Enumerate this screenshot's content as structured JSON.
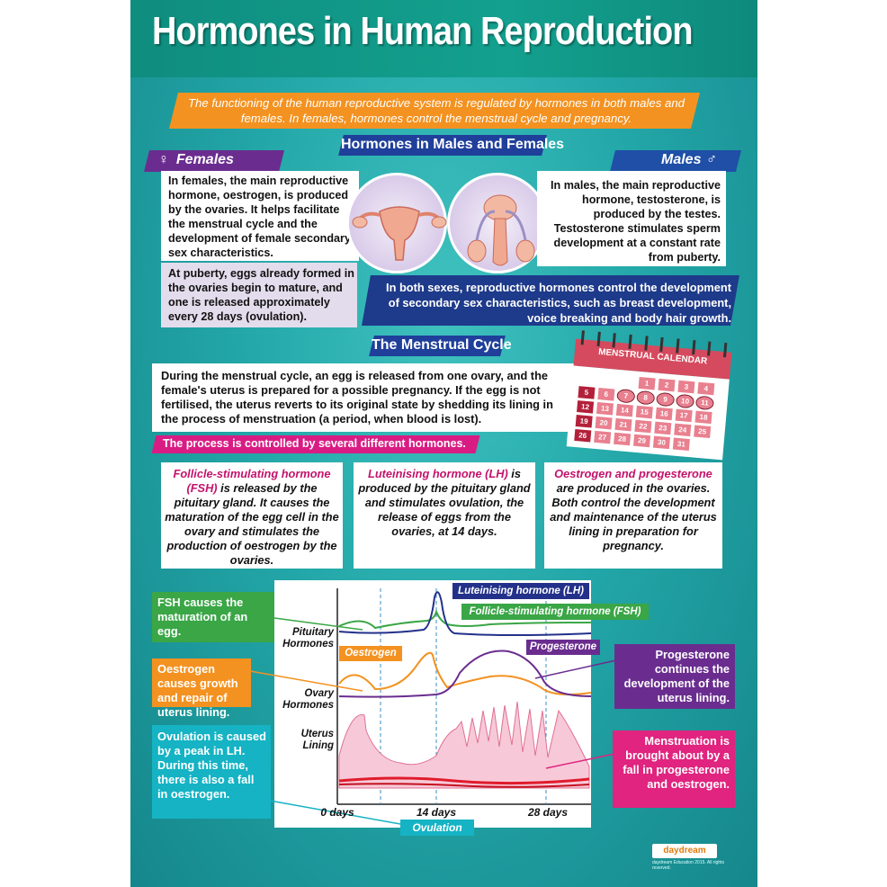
{
  "title": "Hormones in Human Reproduction",
  "intro": "The functioning of the human reproductive system is regulated by hormones in both males and females. In females, hormones control the menstrual cycle and pregnancy.",
  "section1_heading": "Hormones in Males and Females",
  "females": {
    "label": "Females",
    "symbol": "♀",
    "text1": "In females, the main reproductive hormone, oestrogen, is produced by the ovaries. It helps facilitate the menstrual cycle and the development of female secondary sex characteristics.",
    "text2": "At puberty, eggs already formed in the ovaries begin to mature, and one is released approximately every 28 days (ovulation)."
  },
  "males": {
    "label": "Males",
    "symbol": "♂",
    "text": "In males, the main reproductive hormone, testosterone, is produced by the testes. Testosterone stimulates sperm development at a constant rate from puberty."
  },
  "both_sexes": "In both sexes, reproductive hormones control the development of secondary sex characteristics, such as breast development, voice breaking and body hair growth.",
  "section2_heading": "The Menstrual Cycle",
  "cycle_text": "During the menstrual cycle, an egg is released from one ovary, and the female's uterus is prepared for a possible pregnancy. If the egg is not fertilised, the uterus reverts to its original state by shedding its lining in the process of menstruation (a period, when blood is lost).",
  "process_banner": "The process is controlled by several different hormones.",
  "calendar": {
    "title": "MENSTRUAL CALENDAR",
    "rows": [
      [
        "",
        "",
        "",
        "1",
        "2",
        "3",
        "4"
      ],
      [
        "5",
        "6",
        "7",
        "8",
        "9",
        "10",
        "11"
      ],
      [
        "12",
        "13",
        "14",
        "15",
        "16",
        "17",
        "18"
      ],
      [
        "19",
        "20",
        "21",
        "22",
        "23",
        "24",
        "25"
      ],
      [
        "26",
        "27",
        "28",
        "29",
        "30",
        "31",
        ""
      ]
    ]
  },
  "hormones": [
    {
      "name": "Follicle-stimulating hormone (FSH)",
      "rest": " is released by the pituitary gland. It causes the maturation of the egg cell in the ovary and stimulates the production of oestrogen by the ovaries."
    },
    {
      "name": "Luteinising hormone (LH)",
      "rest": " is produced by the pituitary gland and stimulates ovulation, the release of eggs from the ovaries, at 14 days."
    },
    {
      "name": "Oestrogen and progesterone",
      "rest": " are produced in the ovaries. Both control the development and maintenance of the uterus lining in preparation for pregnancy."
    }
  ],
  "chart": {
    "row_labels": [
      "Pituitary Hormones",
      "Ovary Hormones",
      "Uterus Lining"
    ],
    "x_ticks": [
      "0 days",
      "14 days",
      "28 days"
    ],
    "lh_label": "Luteinising hormone (LH)",
    "fsh_label": "Follicle-stimulating hormone (FSH)",
    "oestrogen_label": "Oestrogen",
    "progesterone_label": "Progesterone",
    "ovulation_label": "Ovulation"
  },
  "callouts": {
    "fsh": "FSH causes the maturation of an egg.",
    "oestrogen": "Oestrogen causes growth and repair of uterus lining.",
    "ovulation": "Ovulation is caused by a peak in LH. During this time, there is also a fall in oestrogen.",
    "progesterone": "Progesterone continues the development of the uterus lining.",
    "menstruation": "Menstruation is brought about by a fall in progesterone and oestrogen."
  },
  "colors": {
    "lh": "#23318a",
    "fsh": "#3aa646",
    "oestrogen": "#f39221",
    "progesterone": "#6a2d8f",
    "menstruation": "#e0247f",
    "ovulation": "#15b3c4"
  },
  "logo": "daydream",
  "copyright": "daydream Education 2015. All rights reserved."
}
